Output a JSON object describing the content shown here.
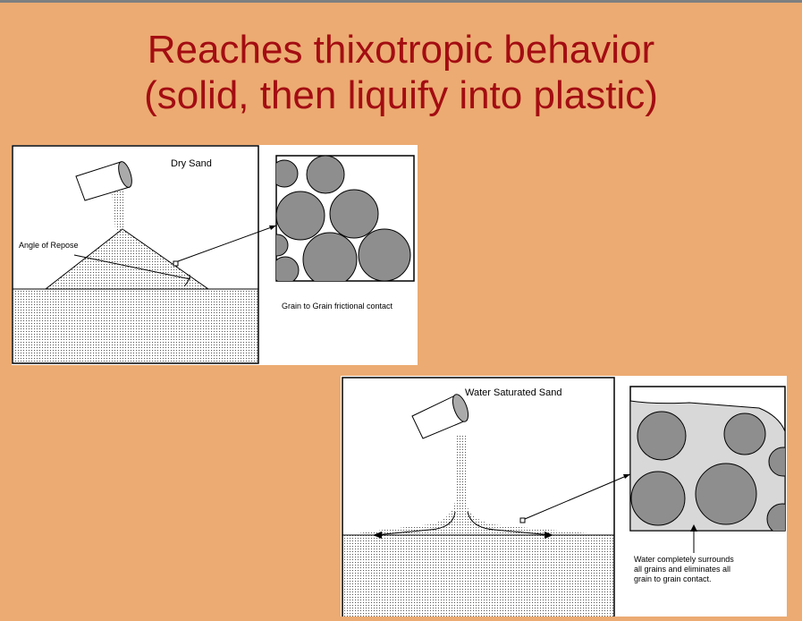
{
  "slide": {
    "title_line1": "Reaches thixotropic behavior",
    "title_line2": "(solid, then liquify into plastic)"
  },
  "dry_figure": {
    "label": "Dry Sand",
    "angle_label": "Angle of Repose",
    "caption": "Grain to Grain frictional contact"
  },
  "wet_figure": {
    "label": "Water Saturated Sand",
    "caption_line1": "Water completely surrounds",
    "caption_line2": "all grains and eliminates all",
    "caption_line3": "grain to grain contact."
  },
  "colors": {
    "background": "#ecab72",
    "title": "#a30d12",
    "grain": "#8e8e8e",
    "water": "#d8d8d8"
  }
}
